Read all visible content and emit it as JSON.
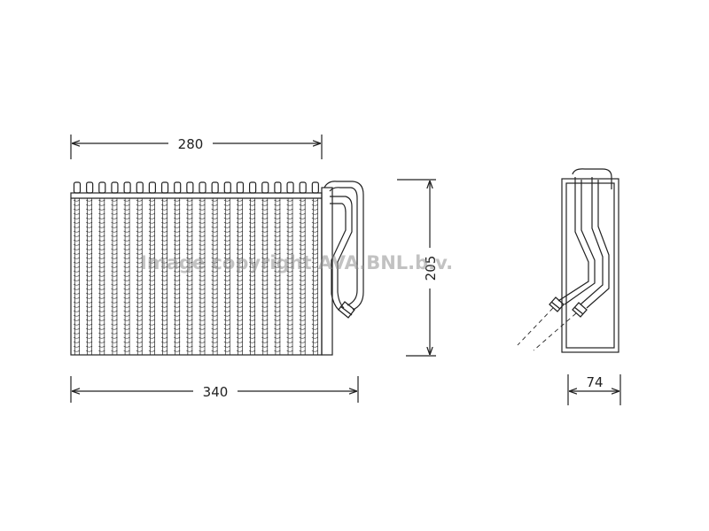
{
  "drawing": {
    "subject": "evaporator",
    "dimensions": {
      "top_width": "280",
      "height": "205",
      "overall_width": "340",
      "depth": "74"
    },
    "watermark": "Image copyright AVA.BNL.b.v.",
    "colors": {
      "line": "#222222",
      "background": "#ffffff",
      "watermark": "#8f8f8f"
    }
  }
}
